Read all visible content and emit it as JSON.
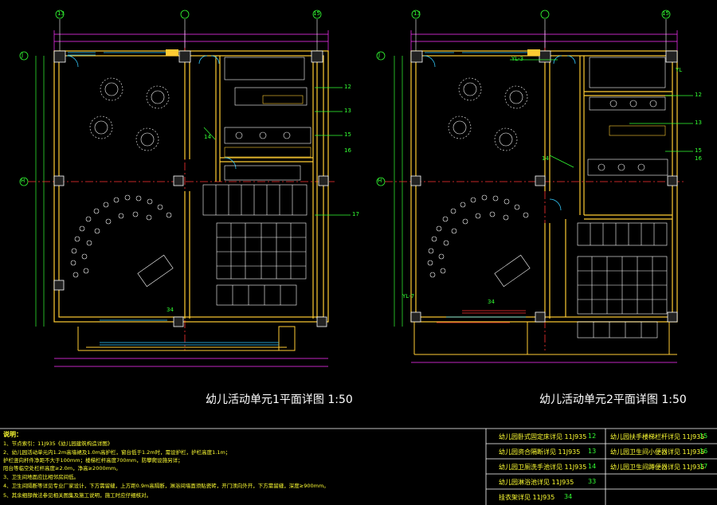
{
  "plan1": {
    "title": "幼儿活动单元1平面详图 1:50",
    "axes": {
      "top_left": "13",
      "top_right": "15",
      "left_top": "J",
      "left_mid": "H"
    },
    "callouts": [
      "12",
      "13",
      "14",
      "15",
      "16",
      "17",
      "34"
    ]
  },
  "plan2": {
    "title": "幼儿活动单元2平面详图 1:50",
    "axes": {
      "top_left": "13",
      "top_right": "15",
      "left_top": "J",
      "left_mid": "H"
    },
    "tags": [
      "YL-3",
      "YL",
      "YL-7"
    ],
    "callouts": [
      "12",
      "13",
      "14",
      "15",
      "16",
      "34"
    ]
  },
  "notes": {
    "header": "说明：",
    "lines": [
      "1、节点索引：11J935《幼儿园建筑构造详图》",
      "2、幼儿园活动单元内1.2m高墙裙及1.0m高护栏，窗台低于1.2m时，需设护栏，护栏高度1.1m；",
      "   护栏竖向杆件净距不大于100mm；楼梯栏杆高度700mm，防攀爬设施另详；",
      "   阳台等临空处栏杆高度≥2.0m，净高≥2000mm。",
      "3、卫生间地面应比相邻房间低。",
      "4、卫生间隔断等详见专业厂家设计，下方需留缝，上方距0.9m高隔断，淋浴间墙面须贴瓷砖，开门须向外开，下方需留缝，深度≥900mm。",
      "5、其余细部做法参见相关图集及施工说明，施工时应仔细核对。"
    ]
  },
  "references": [
    {
      "label": "幼儿园卧式固定床详见 11J935",
      "num": "12"
    },
    {
      "label": "幼儿园扶手楼梯栏杆详见 11J935",
      "num": "15"
    },
    {
      "label": "幼儿园资合隔断详见 11J935",
      "num": "13"
    },
    {
      "label": "幼儿园卫生间小便器详见 11J935",
      "num": "16"
    },
    {
      "label": "幼儿园卫厕洗手池详见 11J935",
      "num": "14"
    },
    {
      "label": "幼儿园卫生间蹲便器详见 11J935",
      "num": "17"
    },
    {
      "label": "幼儿园淋浴池详见 11J935",
      "num": "33"
    },
    {
      "label": "",
      "num": ""
    },
    {
      "label": "挂衣架详见 11J935",
      "num": "34"
    }
  ]
}
